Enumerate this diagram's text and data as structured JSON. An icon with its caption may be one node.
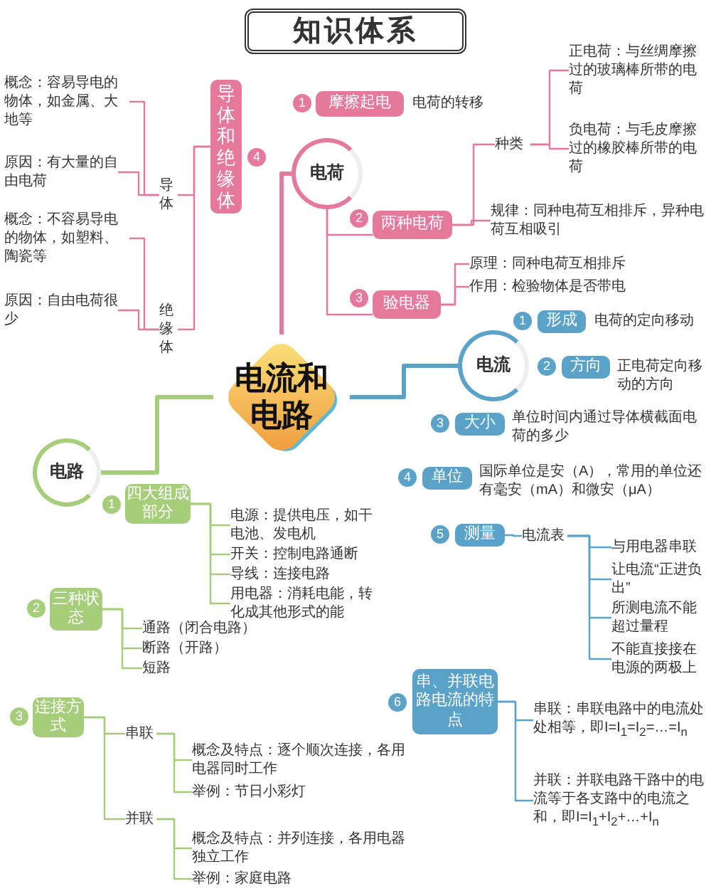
{
  "diagram": {
    "title": "知识体系",
    "nodes": [
      {
        "text": [
          "电流和电路"
        ]
      },
      {
        "text": [
          "电荷"
        ]
      },
      {
        "text": [
          "摩擦起电"
        ],
        "beside": [
          "1",
          "电荷的转移"
        ]
      },
      {
        "text": [
          "两种电荷"
        ],
        "beside": [
          "2"
        ]
      },
      {
        "text": [
          "种类"
        ]
      },
      {
        "text": [
          "正电荷：与丝绸摩擦过的玻璃棒所带的电荷"
        ]
      },
      {
        "text": [
          "负电荷：与毛皮摩擦过的橡胶棒所带的电荷"
        ]
      },
      {
        "text": [
          "规律：同种电荷互相排斥，异种电荷互相吸引"
        ]
      },
      {
        "text": [
          "验电器"
        ],
        "beside": [
          "3"
        ]
      },
      {
        "text": [
          "原理：同种电荷互相排斥"
        ]
      },
      {
        "text": [
          "作用：检验物体是否带电"
        ]
      },
      {
        "text": [
          "导体和绝缘体"
        ],
        "beside": [
          "4"
        ]
      },
      {
        "text": [
          "导体"
        ]
      },
      {
        "text": [
          "绝缘体"
        ]
      },
      {
        "text": [
          "概念：容易导电的物体，如金属、大地等"
        ]
      },
      {
        "text": [
          "原因：有大量的自由电荷"
        ]
      },
      {
        "text": [
          "概念：不容易导电的物体，如塑料、陶瓷等"
        ]
      },
      {
        "text": [
          "原因：自由电荷很少"
        ]
      },
      {
        "text": [
          "电流"
        ]
      },
      {
        "text": [
          "形成"
        ],
        "beside": [
          "1",
          "电荷的定向移动"
        ]
      },
      {
        "text": [
          "方向"
        ],
        "beside": [
          "2",
          "正电荷定向移动的方向"
        ]
      },
      {
        "text": [
          "大小"
        ],
        "beside": [
          "3",
          "单位时间内通过导体横截面电荷的多少"
        ]
      },
      {
        "text": [
          "单位"
        ],
        "beside": [
          "4",
          "国际单位是安（A），常用的单位还有毫安（mA）和微安（μA）"
        ]
      },
      {
        "text": [
          "测量"
        ],
        "beside": [
          "5"
        ]
      },
      {
        "text": [
          "电流表"
        ]
      },
      {
        "text": [
          "与用电器串联"
        ]
      },
      {
        "text": [
          "让电流“正进负出”"
        ]
      },
      {
        "text": [
          "所测电流不能超过量程"
        ]
      },
      {
        "text": [
          "不能直接接在电源的两极上"
        ]
      },
      {
        "text": [
          "串、并联电路电流的特点"
        ],
        "beside": [
          "6"
        ]
      },
      {
        "text": [
          "串联：串联电路中的电流处处相等，即I=I$_{1}$=I$_{2}$=…=I$_{n}$"
        ]
      },
      {
        "text": [
          "并联：并联电路干路中的电流等于各支路中的电流之和，即I=I$_{1}$+I$_{2}$+…+I$_{n}$"
        ]
      },
      {
        "text": [
          "电路"
        ]
      },
      {
        "text": [
          "四大组成部分"
        ],
        "beside": [
          "1"
        ]
      },
      {
        "text": [
          "电源：提供电压，如干电池、发电机"
        ]
      },
      {
        "text": [
          "开关：控制电路通断"
        ]
      },
      {
        "text": [
          "导线：连接电路"
        ]
      },
      {
        "text": [
          "用电器：消耗电能，转化成其他形式的能"
        ]
      },
      {
        "text": [
          "三种状态"
        ],
        "beside": [
          "2"
        ]
      },
      {
        "text": [
          "通路（闭合电路）"
        ]
      },
      {
        "text": [
          "断路（开路）"
        ]
      },
      {
        "text": [
          "短路"
        ]
      },
      {
        "text": [
          "连接方式"
        ],
        "beside": [
          "3"
        ]
      },
      {
        "text": [
          "串联"
        ]
      },
      {
        "text": [
          "概念及特点：逐个顺次连接，各用电器同时工作"
        ]
      },
      {
        "text": [
          "举例：节日小彩灯"
        ]
      },
      {
        "text": [
          "并联"
        ]
      },
      {
        "text": [
          "概念及特点：并列连接，各用电器独立工作"
        ]
      },
      {
        "text": [
          "举例：家庭电路"
        ]
      }
    ],
    "edges": [
      {
        "from": 0,
        "to": 1,
        "arrow": "none",
        "style": "thick",
        "color": "#e5799b"
      },
      {
        "from": 1,
        "to": 3,
        "arrow": "none",
        "color": "#e5799b"
      },
      {
        "from": 1,
        "to": 8,
        "arrow": "none",
        "color": "#e5799b"
      },
      {
        "from": 3,
        "to": 4,
        "arrow": "none",
        "color": "#e5799b"
      },
      {
        "from": 4,
        "to": 5,
        "arrow": "none",
        "color": "#e5799b"
      },
      {
        "from": 4,
        "to": 6,
        "arrow": "none",
        "color": "#e5799b"
      },
      {
        "from": 3,
        "to": 7,
        "arrow": "none",
        "color": "#e5799b"
      },
      {
        "from": 8,
        "to": 9,
        "arrow": "none",
        "color": "#e5799b"
      },
      {
        "from": 8,
        "to": 10,
        "arrow": "none",
        "color": "#e5799b"
      },
      {
        "from": 11,
        "to": 12,
        "arrow": "none",
        "color": "#e5799b"
      },
      {
        "from": 11,
        "to": 13,
        "arrow": "none",
        "color": "#e5799b"
      },
      {
        "from": 12,
        "to": 14,
        "arrow": "none",
        "color": "#e5799b"
      },
      {
        "from": 12,
        "to": 15,
        "arrow": "none",
        "color": "#e5799b"
      },
      {
        "from": 13,
        "to": 16,
        "arrow": "none",
        "color": "#e5799b"
      },
      {
        "from": 13,
        "to": 17,
        "arrow": "none",
        "color": "#e5799b"
      },
      {
        "from": 0,
        "to": 18,
        "arrow": "none",
        "style": "thick",
        "color": "#5aa2c8"
      },
      {
        "from": 23,
        "to": 24,
        "arrow": "none",
        "color": "#5aa2c8"
      },
      {
        "from": 24,
        "to": 25,
        "arrow": "none",
        "color": "#5aa2c8"
      },
      {
        "from": 24,
        "to": 26,
        "arrow": "none",
        "color": "#5aa2c8"
      },
      {
        "from": 24,
        "to": 27,
        "arrow": "none",
        "color": "#5aa2c8"
      },
      {
        "from": 24,
        "to": 28,
        "arrow": "none",
        "color": "#5aa2c8"
      },
      {
        "from": 29,
        "to": 30,
        "arrow": "none",
        "color": "#5aa2c8"
      },
      {
        "from": 29,
        "to": 31,
        "arrow": "none",
        "color": "#5aa2c8"
      },
      {
        "from": 0,
        "to": 32,
        "arrow": "none",
        "style": "thick",
        "color": "#a6cd7a"
      },
      {
        "from": 33,
        "to": 34,
        "arrow": "none",
        "color": "#a6cd7a"
      },
      {
        "from": 33,
        "to": 35,
        "arrow": "none",
        "color": "#a6cd7a"
      },
      {
        "from": 33,
        "to": 36,
        "arrow": "none",
        "color": "#a6cd7a"
      },
      {
        "from": 33,
        "to": 37,
        "arrow": "none",
        "color": "#a6cd7a"
      },
      {
        "from": 38,
        "to": 39,
        "arrow": "none",
        "color": "#a6cd7a"
      },
      {
        "from": 38,
        "to": 40,
        "arrow": "none",
        "color": "#a6cd7a"
      },
      {
        "from": 38,
        "to": 41,
        "arrow": "none",
        "color": "#a6cd7a"
      },
      {
        "from": 42,
        "to": 43,
        "arrow": "none",
        "color": "#a6cd7a"
      },
      {
        "from": 42,
        "to": 46,
        "arrow": "none",
        "color": "#a6cd7a"
      },
      {
        "from": 43,
        "to": 44,
        "arrow": "none",
        "color": "#a6cd7a"
      },
      {
        "from": 43,
        "to": 45,
        "arrow": "none",
        "color": "#a6cd7a"
      },
      {
        "from": 46,
        "to": 47,
        "arrow": "none",
        "color": "#a6cd7a"
      },
      {
        "from": 46,
        "to": 48,
        "arrow": "none",
        "color": "#a6cd7a"
      }
    ]
  }
}
